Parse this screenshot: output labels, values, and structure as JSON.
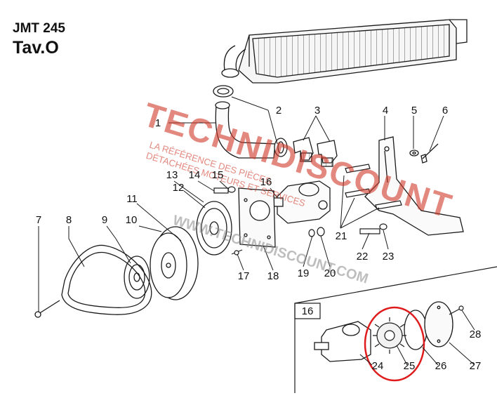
{
  "header": {
    "code": "JMT 245",
    "table": "Tav.O"
  },
  "watermark": {
    "brand": "TECHNIDISCOUNT",
    "tagline_1": "LA RÉFÉRENCE DES PIÈCES",
    "tagline_2": "DÉTACHÉES MOTEURS ET SERVICES",
    "url": "WWW.TECHNIDISCOUNT.COM"
  },
  "parts": {
    "p1": "1",
    "p2": "2",
    "p3": "3",
    "p4": "4",
    "p5": "5",
    "p6": "6",
    "p7": "7",
    "p8": "8",
    "p9": "9",
    "p10": "10",
    "p11": "11",
    "p12": "12",
    "p13": "13",
    "p14": "14",
    "p15": "15",
    "p16": "16",
    "p17": "17",
    "p18": "18",
    "p19": "19",
    "p20": "20",
    "p21": "21",
    "p22": "22",
    "p23": "23",
    "p24": "24",
    "p25": "25",
    "p26": "26",
    "p27": "27",
    "p28": "28"
  },
  "detail_box_label": "16",
  "highlight": {
    "part": "25",
    "color": "#e01b1b"
  },
  "colors": {
    "line": "#1a1a1a",
    "watermark": "#d23a2a"
  }
}
